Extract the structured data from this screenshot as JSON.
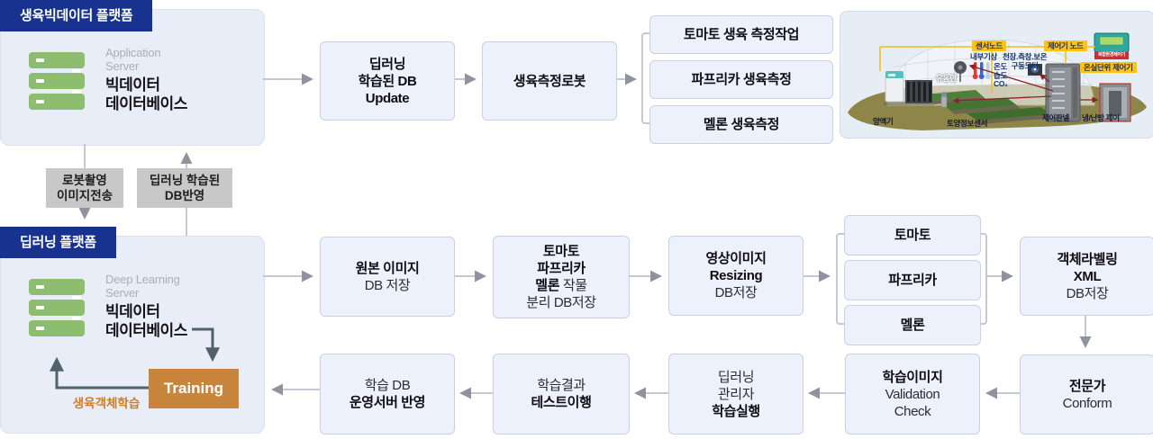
{
  "colors": {
    "accent_navy": "#17328f",
    "panel_bg": "#e9edf7",
    "box_bg": "#edf1fb",
    "box_border": "#c9cfe8",
    "gray_label_bg": "#c8c8c8",
    "training_orange": "#c9853c",
    "note_orange": "#d07c1e",
    "server_green": "#8dbd6e",
    "arrow_gray": "#c5c8d2",
    "arrowhead_gray": "#8f939d",
    "dark_arrow": "#50626c",
    "highlight_yellow": "#ffc20e"
  },
  "bigdata_platform": {
    "tab": "생육빅데이터 플랫폼",
    "server": {
      "type": "Application\nServer",
      "name": "빅데이터\n데이터베이스"
    }
  },
  "deep_platform": {
    "tab": "딥러닝 플랫폼",
    "server": {
      "type": "Deep Learning\nServer",
      "name": "빅데이터\n데이터베이스"
    },
    "training_label": "Training",
    "training_note": "생육객체학습"
  },
  "transfer": {
    "to_deep": "로봇촬영\n이미지전송",
    "to_bigdata": "딥러닝 학습된\nDB반영"
  },
  "top_flow": {
    "db_update": "딥러닝\n학습된 DB\nUpdate",
    "robot": "생육측정로봇",
    "tasks": [
      "토마토 생육 측정작업",
      "파프리카 생육측정",
      "멜론 생육측정"
    ]
  },
  "mid_flow": {
    "original_image": {
      "bold": "원본 이미지",
      "normal": "DB 저장"
    },
    "crop_split": {
      "bold1": "토마토",
      "bold2": "파프리카",
      "bold3": "멜론",
      "normal3": " 작물",
      "normal4": "분리 DB저장"
    },
    "resizing": {
      "bold1": "영상이미지",
      "bold2": "Resizing",
      "normal": "DB저장"
    },
    "crops": [
      "토마토",
      "파프리카",
      "멜론"
    ],
    "labeling": {
      "bold1": "객체라벨링",
      "bold2": "XML",
      "normal": "DB저장"
    }
  },
  "bottom_flow": {
    "expert": {
      "bold": "전문가",
      "normal": "Conform"
    },
    "validation": {
      "bold": "학습이미지",
      "normal": "Validation\nCheck"
    },
    "train_exec": {
      "normal": "딥러닝\n관리자",
      "bold": "학습실행"
    },
    "test": {
      "normal": "학습결과",
      "bold": "테스트이행"
    },
    "deploy": {
      "normal": "학습 DB",
      "bold": "운영서버 반영"
    }
  },
  "greenhouse": {
    "sensor_node": "센서노드",
    "controller_node": "제어기 노드",
    "unit_controller": "온실단위 제어기",
    "device_label": "복합환경제어기",
    "internal_weather": "내부기상",
    "motors": "천장.측창.보온\n구동모터",
    "env": "온도\n습도\nCO₂",
    "fan": "유동팬",
    "nutrient": "양액기",
    "soil_sensor": "토양정보센서",
    "control_panel": "제어판넬",
    "hvac": "냉/난방\n제어"
  }
}
